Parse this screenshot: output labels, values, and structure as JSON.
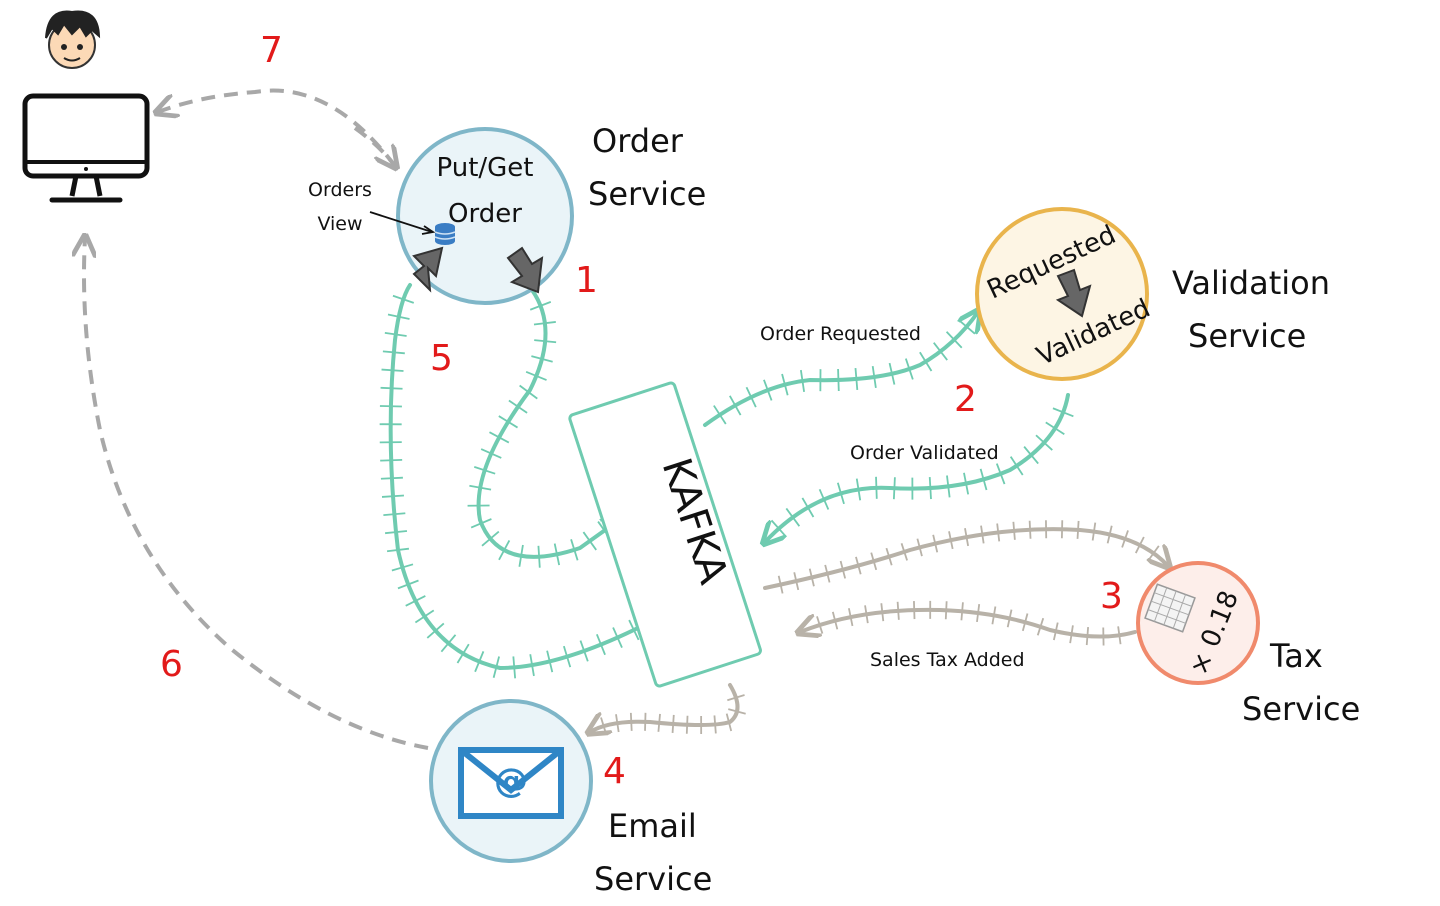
{
  "services": {
    "order": {
      "label_line1": "Order",
      "label_line2": "Service",
      "inner_line1": "Put/Get",
      "inner_line2": "Order",
      "view_line1": "Orders",
      "view_line2": "View",
      "color": "#7fb6c8"
    },
    "validation": {
      "label_line1": "Validation",
      "label_line2": "Service",
      "inner_line1": "Requested",
      "inner_line2": "Validated",
      "color": "#e9b44c"
    },
    "tax": {
      "label_line1": "Tax",
      "label_line2": "Service",
      "inner_text": "× 0.18",
      "color": "#f08a6c"
    },
    "email": {
      "label_line1": "Email",
      "label_line2": "Service",
      "icon_text": "@",
      "color": "#7fb6c8"
    }
  },
  "broker": {
    "label": "KAFKA",
    "color": "#6fcbb0"
  },
  "events": {
    "order_requested": "Order Requested",
    "order_validated": "Order Validated",
    "sales_tax_added": "Sales Tax Added"
  },
  "steps": [
    "1",
    "2",
    "3",
    "4",
    "5",
    "6",
    "7"
  ],
  "colors": {
    "step_number": "#e21a1a",
    "kafka_stream": "#6fcbb0",
    "tax_stream": "#b8b2a8",
    "dashed_flow": "#a8a8a8"
  }
}
